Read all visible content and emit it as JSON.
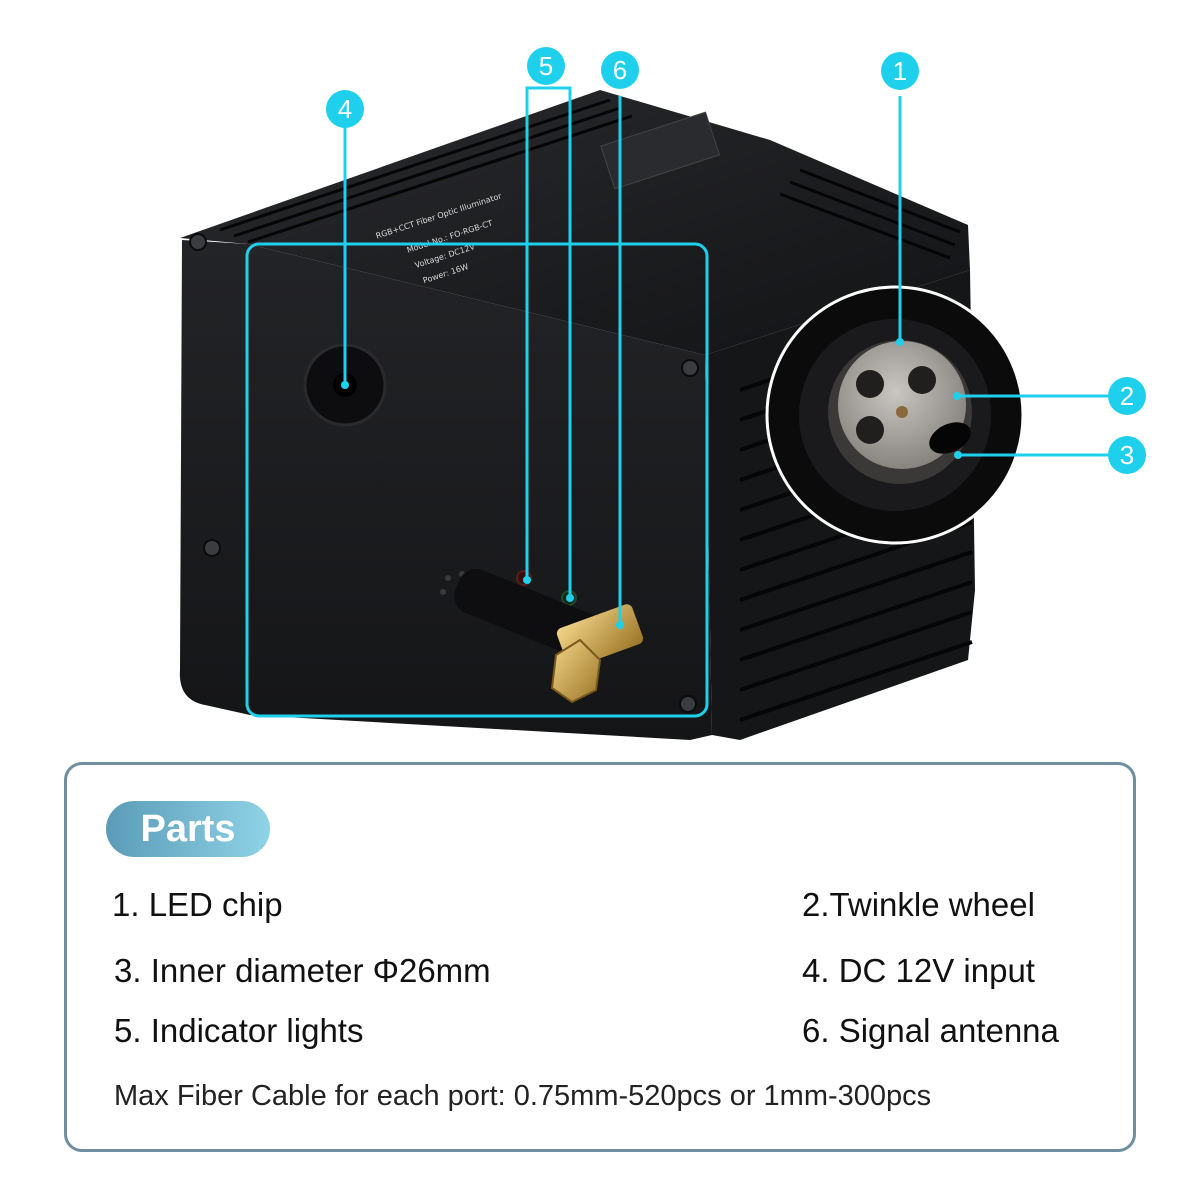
{
  "callouts": [
    {
      "number": "1",
      "target": "LED chip"
    },
    {
      "number": "2",
      "target": "Twinkle wheel"
    },
    {
      "number": "3",
      "target": "Inner diameter"
    },
    {
      "number": "4",
      "target": "DC 12V input"
    },
    {
      "number": "5",
      "target": "Indicator lights"
    },
    {
      "number": "6",
      "target": "Signal antenna"
    }
  ],
  "device_label": {
    "title": "RGB+CCT Fiber Optic Illuminator",
    "model": "Model No.: FO-RGB-CT",
    "voltage": "Voltage: DC12V",
    "power": "Power: 16W"
  },
  "parts": {
    "heading": "Parts",
    "items": [
      "1. LED chip",
      "2.Twinkle wheel",
      "3. Inner diameter Φ26mm",
      "4. DC 12V input",
      "5. Indicator lights",
      "6. Signal antenna"
    ],
    "footnote": "Max Fiber Cable for each port: 0.75mm-520pcs or 1mm-300pcs"
  },
  "colors": {
    "accent": "#1fd0ec",
    "box_border": "#6f8e9e",
    "device": "#1b1c1e"
  }
}
